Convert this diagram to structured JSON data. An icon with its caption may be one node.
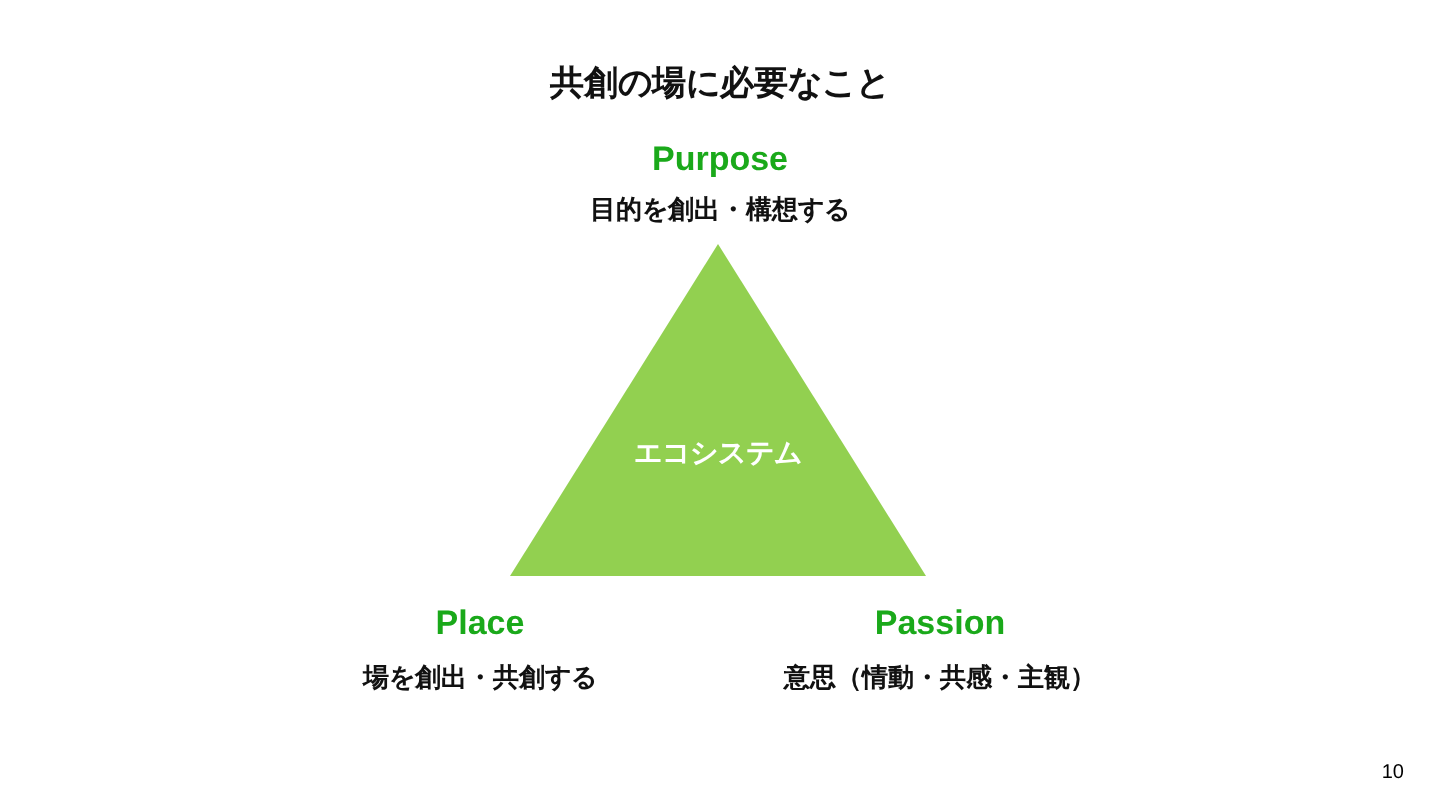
{
  "diagram": {
    "title": "共創の場に必要なこと",
    "nodes": [
      {
        "text": [
          "エコシステム"
        ]
      }
    ],
    "labels": [
      "Purpose",
      "目的を創出・構想する",
      "Place",
      "場を創出・共創する",
      "Passion",
      "意思（情動・共感・主観）",
      "10"
    ]
  }
}
